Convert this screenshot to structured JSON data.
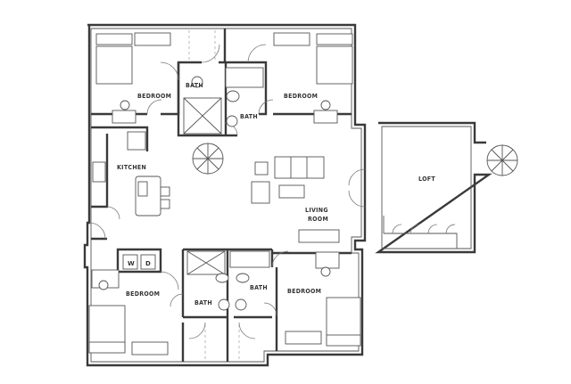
{
  "rooms": {
    "bedroom_nw": "BEDROOM",
    "bath_n1": "BATH",
    "bedroom_ne": "BEDROOM",
    "bath_n2": "BATH",
    "kitchen": "KITCHEN",
    "living_line1": "LIVING",
    "living_line2": "ROOM",
    "loft": "LOFT",
    "bedroom_sw": "BEDROOM",
    "bath_s1": "BATH",
    "bath_s2": "BATH",
    "bedroom_se": "BEDROOM"
  },
  "appliances": {
    "washer": "W",
    "dryer": "D"
  },
  "colors": {
    "wall": "#3a3a3a",
    "background": "#ffffff"
  }
}
